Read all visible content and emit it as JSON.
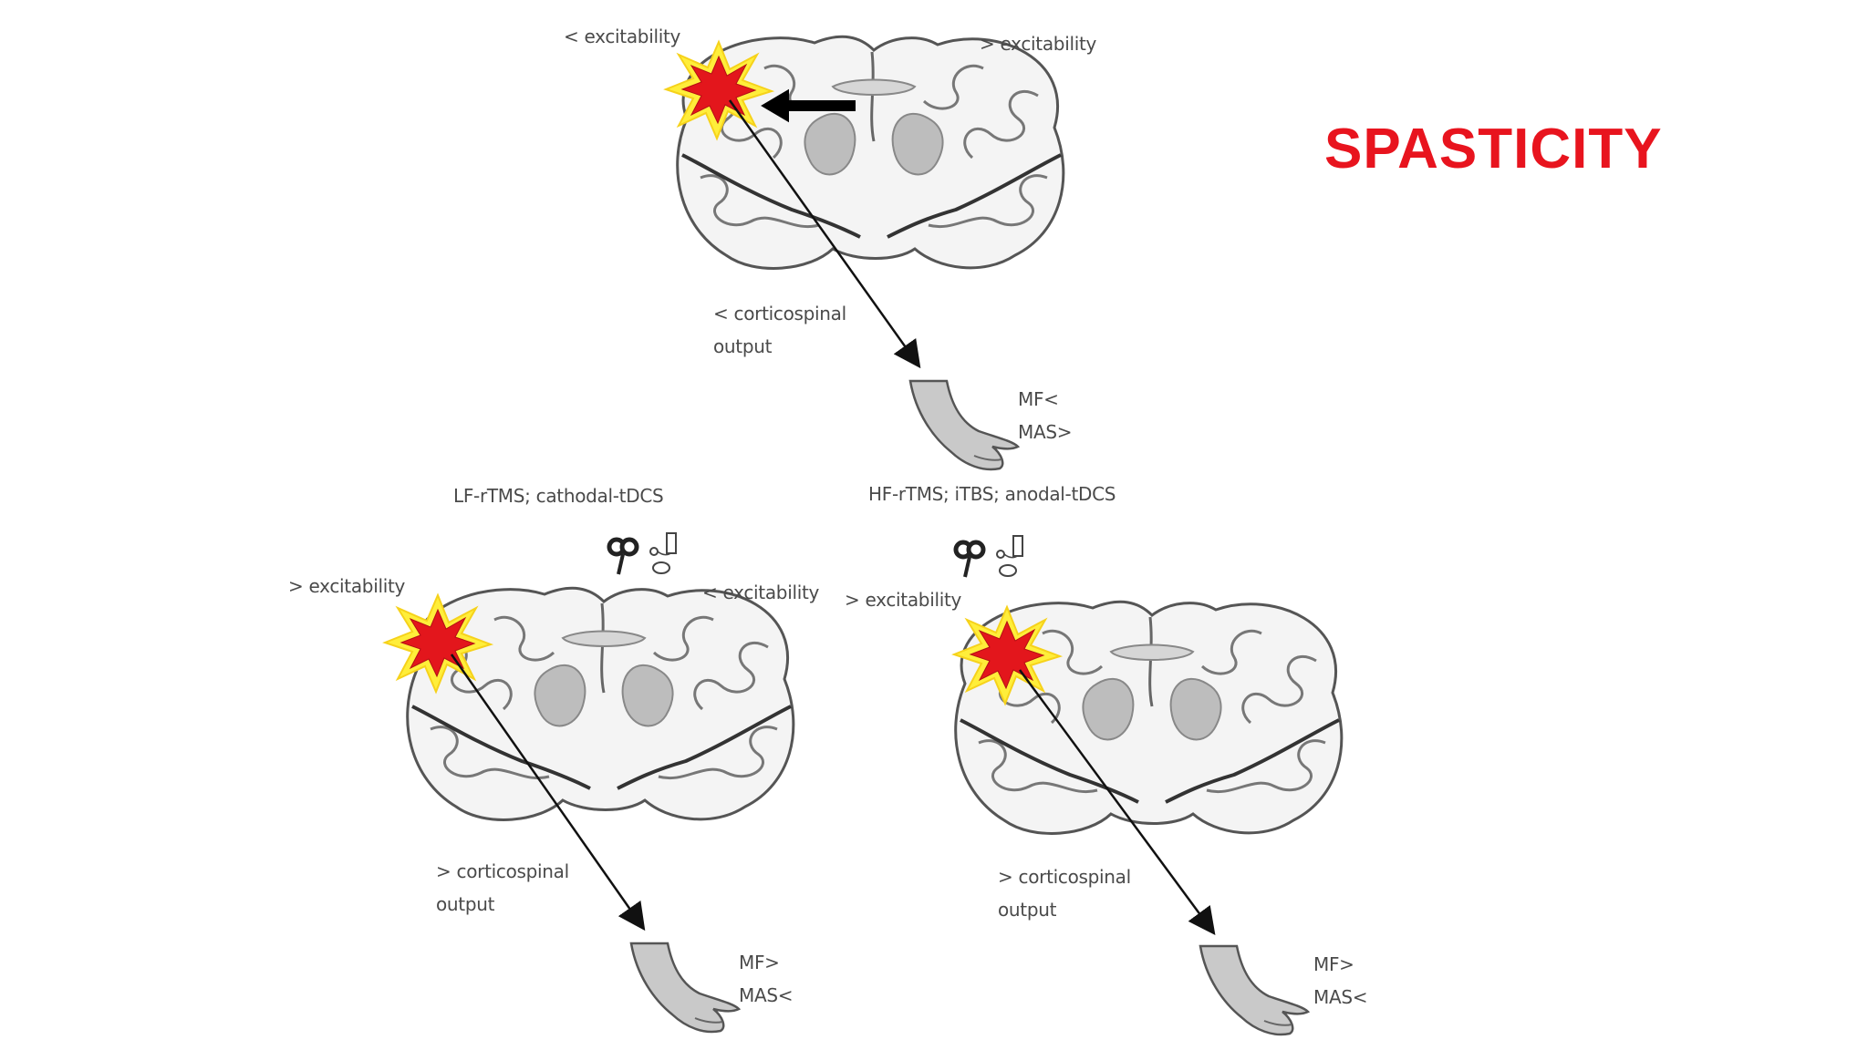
{
  "title": "SPASTICITY",
  "colors": {
    "title": "#e8141e",
    "lesion_core": "#e3161c",
    "lesion_halo": "#ffee3a",
    "brain_fill": "#f4f4f4",
    "brain_line": "#555555",
    "limb_fill": "#c9c9c9"
  },
  "top_panel": {
    "left_excitability": "< excitability",
    "right_excitability": "> excitability",
    "output_line1": "< corticospinal",
    "output_line2": "output",
    "limb_line1": "MF<",
    "limb_line2": "MAS>"
  },
  "left_panel": {
    "treatment": "LF-rTMS; cathodal-tDCS",
    "left_excitability": "> excitability",
    "right_excitability": "< excitability",
    "output_line1": "> corticospinal",
    "output_line2": "output",
    "limb_line1": "MF>",
    "limb_line2": "MAS<"
  },
  "right_panel": {
    "treatment": "HF-rTMS; iTBS; anodal-tDCS",
    "left_excitability": "> excitability",
    "output_line1": "> corticospinal",
    "output_line2": "output",
    "limb_line1": "MF>",
    "limb_line2": "MAS<"
  },
  "icons": [
    "tms-coil-icon",
    "tdcs-electrode-icon"
  ]
}
